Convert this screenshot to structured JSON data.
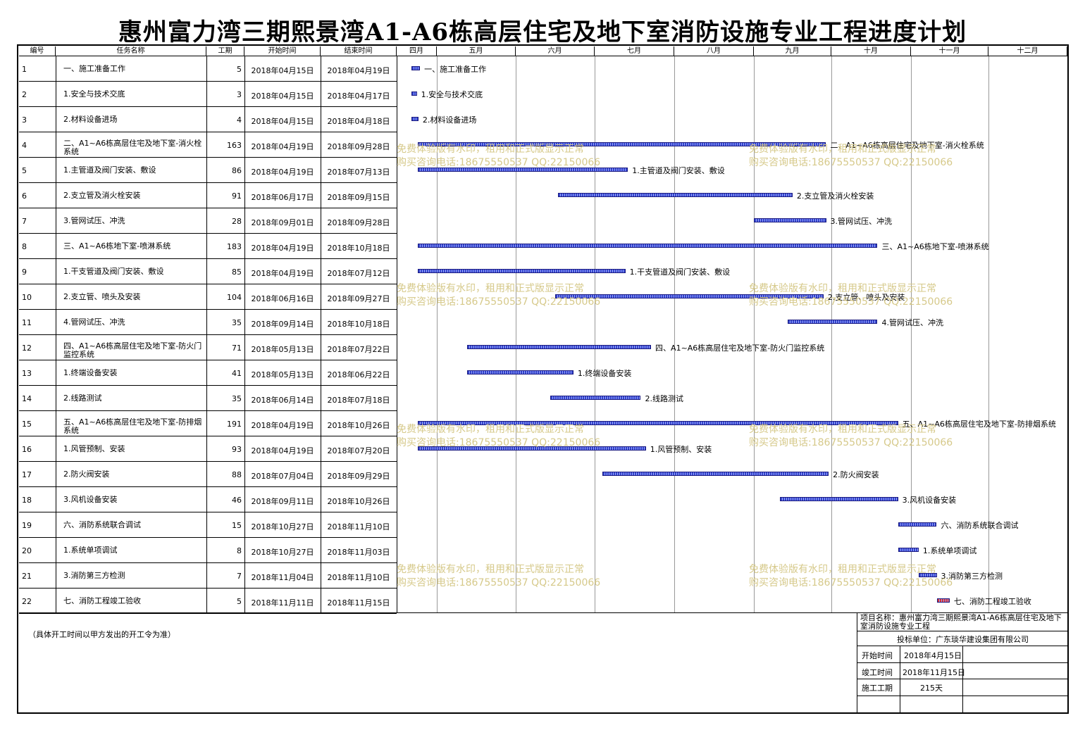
{
  "title": "惠州富力湾三期熙景湾A1-A6栋高层住宅及地下室消防设施专业工程进度计划",
  "columns": {
    "id": "编号",
    "name": "任务名称",
    "duration": "工期",
    "start": "开始时间",
    "end": "结束时间"
  },
  "months": [
    "四月",
    "五月",
    "六月",
    "七月",
    "八月",
    "九月",
    "十月",
    "十一月",
    "十二月"
  ],
  "chart_data": {
    "type": "gantt",
    "x_range": [
      "2018-04-01",
      "2018-12-31"
    ],
    "tasks": [
      {
        "id": "1",
        "name": "一、施工准备工作",
        "duration": "5",
        "start": "2018年04月15日",
        "end": "2018年04月19日",
        "s": "2018-04-15",
        "e": "2018-04-19",
        "color": "#3344cc"
      },
      {
        "id": "2",
        "name": "1.安全与技术交底",
        "duration": "3",
        "start": "2018年04月15日",
        "end": "2018年04月17日",
        "s": "2018-04-15",
        "e": "2018-04-17",
        "color": "#3344cc"
      },
      {
        "id": "3",
        "name": "2.材料设备进场",
        "duration": "4",
        "start": "2018年04月15日",
        "end": "2018年04月18日",
        "s": "2018-04-15",
        "e": "2018-04-18",
        "color": "#3344cc"
      },
      {
        "id": "4",
        "name": "二、A1~A6栋高层住宅及地下室-消火栓系统",
        "duration": "163",
        "start": "2018年04月19日",
        "end": "2018年09月28日",
        "s": "2018-04-19",
        "e": "2018-09-28",
        "color": "#3344cc"
      },
      {
        "id": "5",
        "name": "1.主管道及阀门安装、敷设",
        "duration": "86",
        "start": "2018年04月19日",
        "end": "2018年07月13日",
        "s": "2018-04-19",
        "e": "2018-07-13",
        "color": "#3344cc"
      },
      {
        "id": "6",
        "name": "2.支立管及消火栓安装",
        "duration": "91",
        "start": "2018年06月17日",
        "end": "2018年09月15日",
        "s": "2018-06-17",
        "e": "2018-09-15",
        "color": "#3344cc"
      },
      {
        "id": "7",
        "name": "3.管网试压、冲洗",
        "duration": "28",
        "start": "2018年09月01日",
        "end": "2018年09月28日",
        "s": "2018-09-01",
        "e": "2018-09-28",
        "color": "#3344cc"
      },
      {
        "id": "8",
        "name": "三、A1~A6栋地下室-喷淋系统",
        "duration": "183",
        "start": "2018年04月19日",
        "end": "2018年10月18日",
        "s": "2018-04-19",
        "e": "2018-10-18",
        "color": "#3344cc"
      },
      {
        "id": "9",
        "name": "1.干支管道及阀门安装、敷设",
        "duration": "85",
        "start": "2018年04月19日",
        "end": "2018年07月12日",
        "s": "2018-04-19",
        "e": "2018-07-12",
        "color": "#3344cc"
      },
      {
        "id": "10",
        "name": "2.支立管、喷头及安装",
        "duration": "104",
        "start": "2018年06月16日",
        "end": "2018年09月27日",
        "s": "2018-06-16",
        "e": "2018-09-27",
        "color": "#3344cc"
      },
      {
        "id": "11",
        "name": "4.管网试压、冲洗",
        "duration": "35",
        "start": "2018年09月14日",
        "end": "2018年10月18日",
        "s": "2018-09-14",
        "e": "2018-10-18",
        "color": "#3344cc"
      },
      {
        "id": "12",
        "name": "四、A1~A6栋高层住宅及地下室-防火门监控系统",
        "duration": "71",
        "start": "2018年05月13日",
        "end": "2018年07月22日",
        "s": "2018-05-13",
        "e": "2018-07-22",
        "color": "#3344cc"
      },
      {
        "id": "13",
        "name": "1.终端设备安装",
        "duration": "41",
        "start": "2018年05月13日",
        "end": "2018年06月22日",
        "s": "2018-05-13",
        "e": "2018-06-22",
        "color": "#3344cc"
      },
      {
        "id": "14",
        "name": "2.线路测试",
        "duration": "35",
        "start": "2018年06月14日",
        "end": "2018年07月18日",
        "s": "2018-06-14",
        "e": "2018-07-18",
        "color": "#3344cc"
      },
      {
        "id": "15",
        "name": "五、A1~A6栋高层住宅及地下室-防排烟系统",
        "duration": "191",
        "start": "2018年04月19日",
        "end": "2018年10月26日",
        "s": "2018-04-19",
        "e": "2018-10-26",
        "color": "#3344cc"
      },
      {
        "id": "16",
        "name": "1.风管预制、安装",
        "duration": "93",
        "start": "2018年04月19日",
        "end": "2018年07月20日",
        "s": "2018-04-19",
        "e": "2018-07-20",
        "color": "#3344cc"
      },
      {
        "id": "17",
        "name": "2.防火阀安装",
        "duration": "88",
        "start": "2018年07月04日",
        "end": "2018年09月29日",
        "s": "2018-07-04",
        "e": "2018-09-29",
        "color": "#3344cc"
      },
      {
        "id": "18",
        "name": "3.风机设备安装",
        "duration": "46",
        "start": "2018年09月11日",
        "end": "2018年10月26日",
        "s": "2018-09-11",
        "e": "2018-10-26",
        "color": "#3344cc"
      },
      {
        "id": "19",
        "name": "六、消防系统联合调试",
        "duration": "15",
        "start": "2018年10月27日",
        "end": "2018年11月10日",
        "s": "2018-10-27",
        "e": "2018-11-10",
        "color": "#3344cc"
      },
      {
        "id": "20",
        "name": "1.系统单项调试",
        "duration": "8",
        "start": "2018年10月27日",
        "end": "2018年11月03日",
        "s": "2018-10-27",
        "e": "2018-11-03",
        "color": "#3344cc"
      },
      {
        "id": "21",
        "name": "3.消防第三方检测",
        "duration": "7",
        "start": "2018年11月04日",
        "end": "2018年11月10日",
        "s": "2018-11-04",
        "e": "2018-11-10",
        "color": "#3344cc"
      },
      {
        "id": "22",
        "name": "七、消防工程竣工验收",
        "duration": "5",
        "start": "2018年11月11日",
        "end": "2018年11月15日",
        "s": "2018-11-11",
        "e": "2018-11-15",
        "color": "#dd3333"
      }
    ]
  },
  "watermark": {
    "line1": "免费体验版有水印，租用和正式版显示正常",
    "line2": "购买咨询电话:18675550537 QQ:22150066"
  },
  "note": "（具体开工时间以甲方发出的开工令为准）",
  "info": {
    "project_label": "项目名称：惠州富力湾三期熙景湾A1-A6栋高层住宅及地下室消防设施专业工程",
    "bidder": "投标单位：广东琰华建设集团有限公司",
    "start_label": "开始时间",
    "start_value": "2018年4月15日",
    "end_label": "竣工时间",
    "end_value": "2018年11月15日",
    "duration_label": "施工工期",
    "duration_value": "215天"
  }
}
